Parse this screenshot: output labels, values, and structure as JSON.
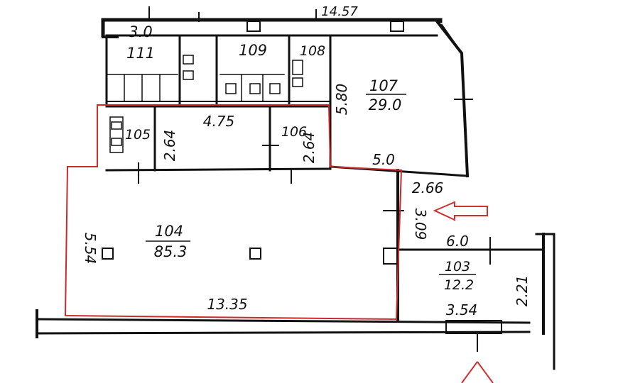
{
  "top_dimension": "14.57",
  "rooms": [
    {
      "id": "room-111",
      "number": "111",
      "area": "",
      "dim": "3.0"
    },
    {
      "id": "room-109",
      "number": "109",
      "area": ""
    },
    {
      "id": "room-108",
      "number": "108",
      "area": ""
    },
    {
      "id": "room-107",
      "number": "107",
      "area": "29.0"
    },
    {
      "id": "room-105",
      "number": "105",
      "area": ""
    },
    {
      "id": "room-106",
      "number": "106",
      "area": ""
    },
    {
      "id": "room-104",
      "number": "104",
      "area": "85.3"
    },
    {
      "id": "room-103",
      "number": "103",
      "area": "12.2"
    }
  ],
  "dimensions": {
    "d_580": "5.80",
    "d_475": "4.75",
    "d_264a": "2.64",
    "d_264b": "2.64",
    "d_50": "5.0",
    "d_266": "2.66",
    "d_309": "3.09",
    "d_60": "6.0",
    "d_221": "2.21",
    "d_354": "3.54",
    "d_554": "5.54",
    "d_1335": "13.35"
  },
  "colors": {
    "walls": "#111111",
    "highlight": "#cc2a2a",
    "arrow": "#d23030"
  },
  "markers": {
    "entrance_arrow_right": "outline-arrow-left",
    "entrance_arrow_bottom": "outline-arrow-up"
  }
}
